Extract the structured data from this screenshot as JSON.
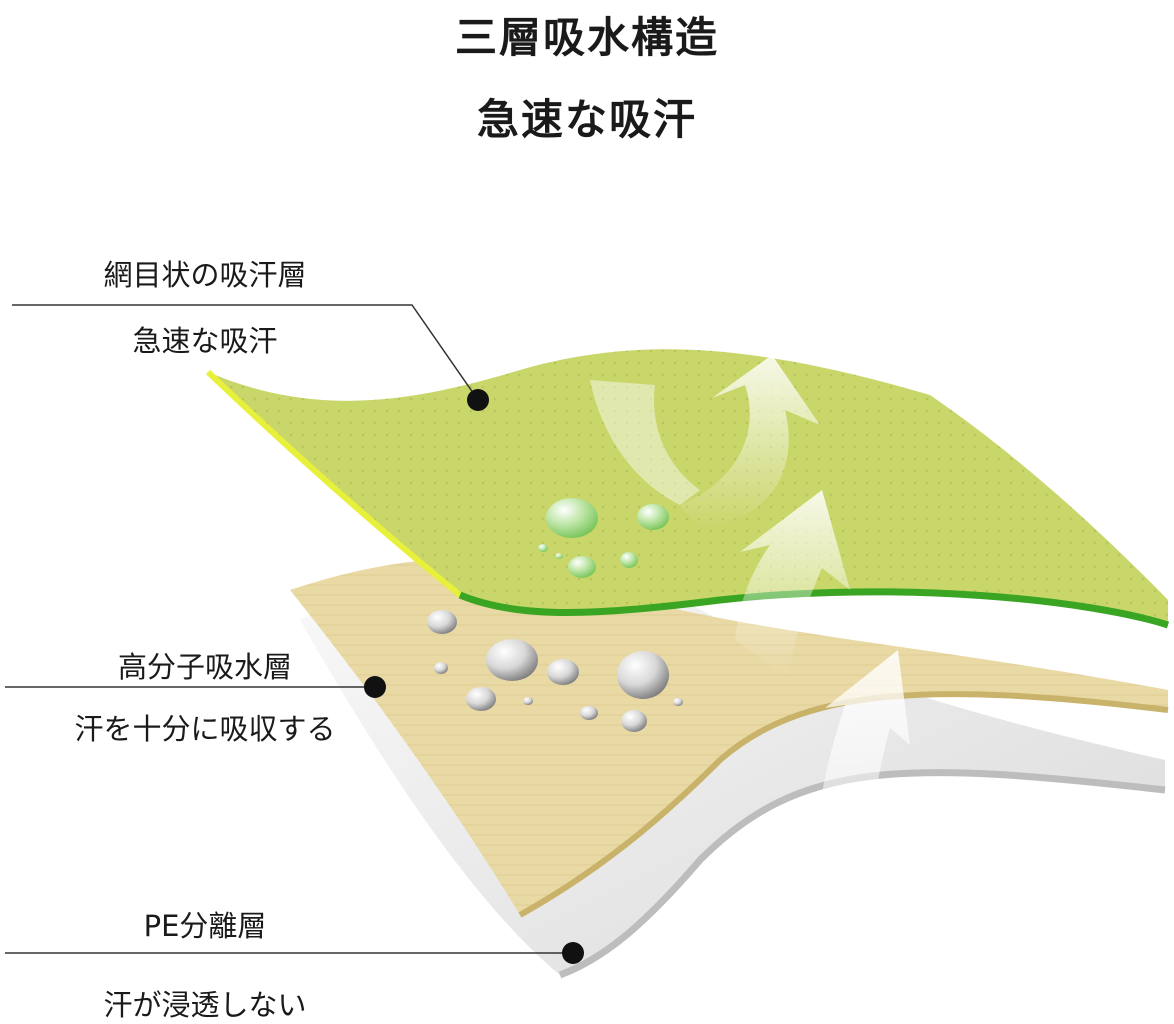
{
  "header": {
    "title": "三層吸水構造",
    "subtitle": "急速な吸汗"
  },
  "layers": [
    {
      "name": "網目状の吸汗層",
      "desc": "急速な吸汗",
      "color": "#c9d66a",
      "edge_color": "#3aa523"
    },
    {
      "name": "高分子吸水層",
      "desc": "汗を十分に吸収する",
      "color": "#e9d9a4"
    },
    {
      "name": "PE分離層",
      "desc": "汗が浸透しない",
      "color": "#e4e4e4"
    }
  ],
  "icons": [
    "water-droplet-icon",
    "upward-arrow-icon",
    "callout-dot-icon"
  ]
}
